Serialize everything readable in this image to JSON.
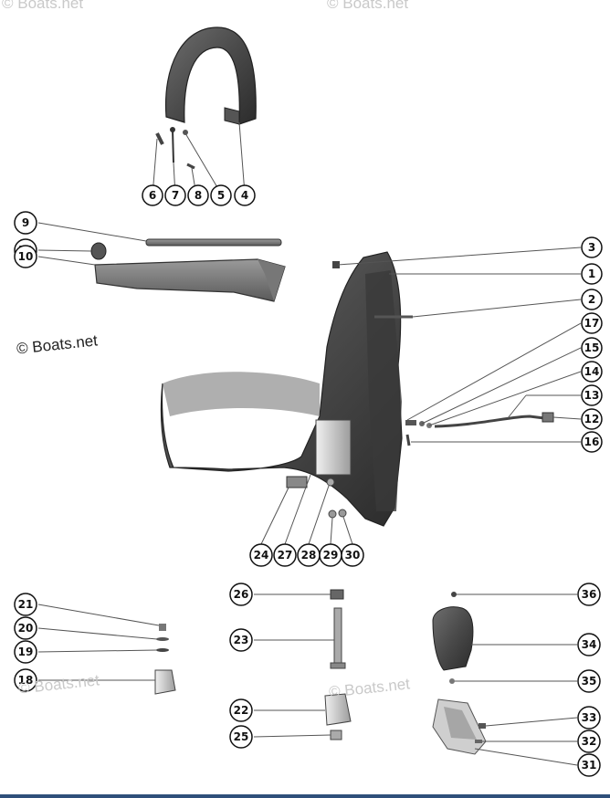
{
  "watermark": "© Boats.net",
  "accent_color": "#2f4f7a",
  "callouts": [
    {
      "id": "c6",
      "label": "6"
    },
    {
      "id": "c7",
      "label": "7"
    },
    {
      "id": "c8",
      "label": "8"
    },
    {
      "id": "c5",
      "label": "5"
    },
    {
      "id": "c4",
      "label": "4"
    },
    {
      "id": "c9",
      "label": "9"
    },
    {
      "id": "c11",
      "label": "11"
    },
    {
      "id": "c10",
      "label": "10"
    },
    {
      "id": "c3",
      "label": "3"
    },
    {
      "id": "c1",
      "label": "1"
    },
    {
      "id": "c2",
      "label": "2"
    },
    {
      "id": "c17",
      "label": "17"
    },
    {
      "id": "c15",
      "label": "15"
    },
    {
      "id": "c14",
      "label": "14"
    },
    {
      "id": "c13",
      "label": "13"
    },
    {
      "id": "c12",
      "label": "12"
    },
    {
      "id": "c16",
      "label": "16"
    },
    {
      "id": "c24",
      "label": "24"
    },
    {
      "id": "c27",
      "label": "27"
    },
    {
      "id": "c28",
      "label": "28"
    },
    {
      "id": "c29",
      "label": "29"
    },
    {
      "id": "c30",
      "label": "30"
    },
    {
      "id": "c21",
      "label": "21"
    },
    {
      "id": "c20",
      "label": "20"
    },
    {
      "id": "c19",
      "label": "19"
    },
    {
      "id": "c18",
      "label": "18"
    },
    {
      "id": "c26",
      "label": "26"
    },
    {
      "id": "c23",
      "label": "23"
    },
    {
      "id": "c22",
      "label": "22"
    },
    {
      "id": "c25",
      "label": "25"
    },
    {
      "id": "c36",
      "label": "36"
    },
    {
      "id": "c34",
      "label": "34"
    },
    {
      "id": "c35",
      "label": "35"
    },
    {
      "id": "c33",
      "label": "33"
    },
    {
      "id": "c32",
      "label": "32"
    },
    {
      "id": "c31",
      "label": "31"
    }
  ]
}
